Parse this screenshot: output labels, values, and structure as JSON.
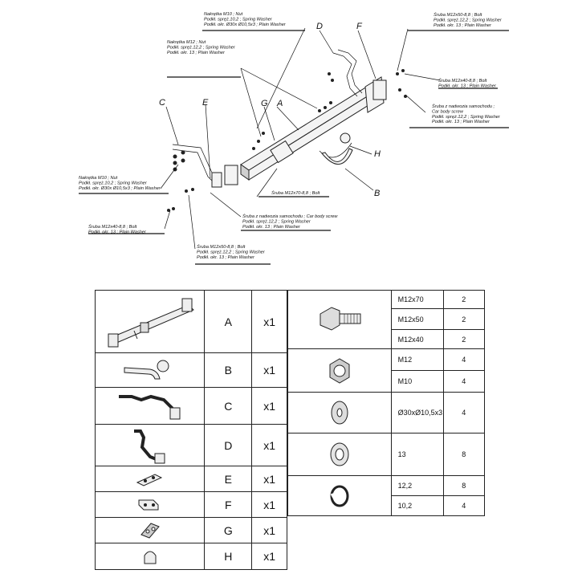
{
  "callouts": {
    "nut_m10_top": [
      "Nakrętka  M10 ; Nut",
      "Podkł. spręż.10,2 ; Spring Washer",
      "Podkł. okr. Ø30x Ø10,5x3 ; Plain Washer"
    ],
    "nut_m12": [
      "Nakrętka  M12 ; Nut",
      "Podkł. spręż.12,2 ; Spring Washer",
      "Podkł. okr. 13 ; Plain Washer"
    ],
    "bolt_m12x50_top": [
      "Śruba M12x50-8,8 ; Bolt",
      "Podkł. spręż.12,2 ; Spring Washer",
      "Podkł. okr. 13 ; Plain Washer"
    ],
    "bolt_m12x40_right": [
      "Śruba M12x40-8,8 ; Bolt",
      "Podkł. okr. 13 ; Plain Washer"
    ],
    "body_screw_right": [
      "Śruba z nadwozia samochodu ;",
      "Car body screw",
      "Podkł. spręż.12,2 ; Spring Washer",
      "Podkł. okr. 13 ; Plain Washer"
    ],
    "nut_m10_left": [
      "Nakrętka  M10 ; Nut",
      "Podkł. spręż.10,2 ; Spring Washer",
      "Podkł. okr. Ø30x Ø10,5x3 ; Plain Washer"
    ],
    "bolt_m12x70": [
      "Śruba M12x70-8,8 ; Bolt"
    ],
    "body_screw_center": [
      "Śruba z nadwozia samochodu ; Car body screw",
      "Podkł. spręż.12,2 ; Spring Washer",
      "Podkł. okr. 13 ; Plain Washer"
    ],
    "bolt_m12x40_left": [
      "Śruba M12x40-8,8 ; Bolt",
      "Podkł. okr. 13 ; Plain Washer"
    ],
    "bolt_m12x50_bottom": [
      "Śruba M12x50-8,8 ; Bolt",
      "Podkł. spręż.12,2 ; Spring Washer",
      "Podkł. okr. 13 ; Plain Washer"
    ]
  },
  "diagram_letters": [
    "A",
    "B",
    "C",
    "D",
    "E",
    "F",
    "G",
    "H"
  ],
  "parts": [
    {
      "letter": "A",
      "qty": "x1",
      "icon": "crossbar-icon"
    },
    {
      "letter": "B",
      "qty": "x1",
      "icon": "towball-icon"
    },
    {
      "letter": "C",
      "qty": "x1",
      "icon": "bracket-c-icon"
    },
    {
      "letter": "D",
      "qty": "x1",
      "icon": "bracket-d-icon"
    },
    {
      "letter": "E",
      "qty": "x1",
      "icon": "plate-e-icon"
    },
    {
      "letter": "F",
      "qty": "x1",
      "icon": "plate-f-icon"
    },
    {
      "letter": "G",
      "qty": "x1",
      "icon": "socket-plate-icon"
    },
    {
      "letter": "H",
      "qty": "x1",
      "icon": "ball-cover-icon"
    }
  ],
  "hardware": {
    "bolts": [
      {
        "spec": "M12x70",
        "count": "2"
      },
      {
        "spec": "M12x50",
        "count": "2"
      },
      {
        "spec": "M12x40",
        "count": "2"
      }
    ],
    "nuts": [
      {
        "spec": "M12",
        "count": "4"
      },
      {
        "spec": "M10",
        "count": "4"
      }
    ],
    "large_washer": {
      "spec": "Ø30xØ10,5x3",
      "count": "4"
    },
    "plain_washer": {
      "spec": "13",
      "count": "8"
    },
    "spring_washers": [
      {
        "spec": "12,2",
        "count": "8"
      },
      {
        "spec": "10,2",
        "count": "4"
      }
    ]
  }
}
